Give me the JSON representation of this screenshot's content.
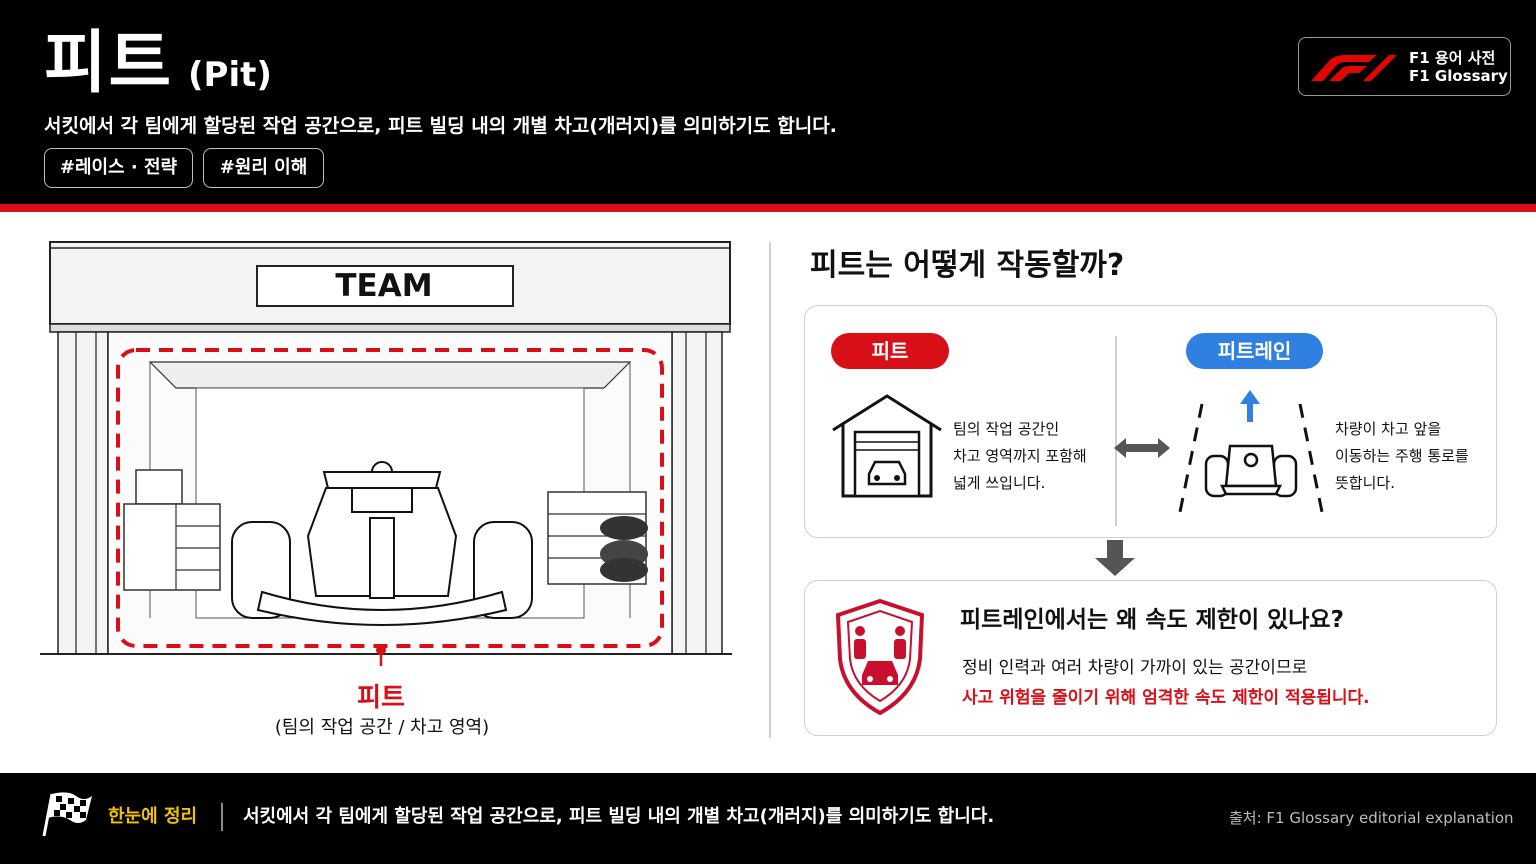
{
  "header": {
    "title": "피트",
    "title_en": "(Pit)",
    "description": "서킷에서 각 팀에게 할당된 작업 공간으로, 피트 빌딩 내의 개별 차고(개러지)를 의미하기도 합니다.",
    "tags": [
      "#레이스 · 전략",
      "#원리 이해"
    ],
    "brand_line1": "F1 용어 사전",
    "brand_line2": "F1 Glossary"
  },
  "illustration": {
    "garage_sign": "TEAM",
    "pit_label": "피트",
    "pit_sublabel": "(팀의 작업 공간 / 차고 영역)"
  },
  "how": {
    "title": "피트는 어떻게 작동할까?",
    "pit_pill": "피트",
    "pit_text": [
      "팀의 작업 공간인",
      "차고 영역까지 포함해",
      "넓게 쓰입니다."
    ],
    "pitlane_pill": "피트레인",
    "pitlane_text": [
      "차량이 차고 앞을",
      "이동하는 주행 통로를",
      "뜻합니다."
    ]
  },
  "speed": {
    "title": "피트레인에서는 왜 속도 제한이 있나요?",
    "line1": "정비 인력과 여러 차량이 가까이 있는 공간이므로",
    "line2": "사고 위험을 줄이기 위해 엄격한 속도 제한이 적용됩니다."
  },
  "footer": {
    "label": "한눈에 정리",
    "summary": "서킷에서 각 팀에게 할당된 작업 공간으로, 피트 빌딩 내의 개별 차고(개러지)를 의미하기도 합니다.",
    "source": "출처: F1 Glossary editorial explanation"
  },
  "colors": {
    "accent_red": "#d90f17",
    "accent_blue": "#2f80e0",
    "footer_label": "#f2c200"
  },
  "icons": [
    "f1-logo-icon",
    "garage-icon",
    "double-arrow-icon",
    "pitlane-car-icon",
    "up-arrow-icon",
    "down-arrow-icon",
    "shield-icon",
    "checkered-flag-icon"
  ]
}
